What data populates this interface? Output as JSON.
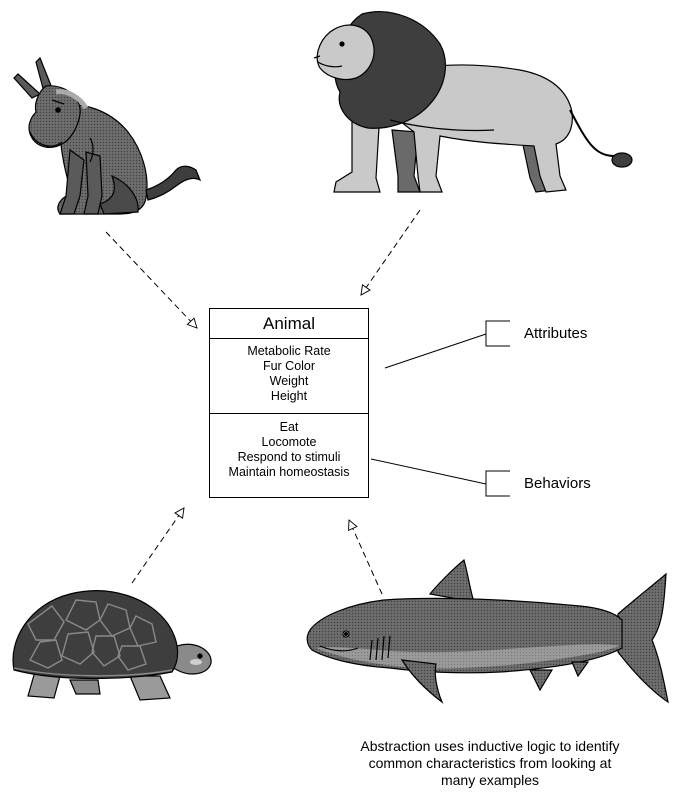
{
  "class_box": {
    "name": "Animal",
    "attributes": [
      "Metabolic Rate",
      "Fur Color",
      "Weight",
      "Height"
    ],
    "behaviors": [
      "Eat",
      "Locomote",
      "Respond to stimuli",
      "Maintain homeostasis"
    ]
  },
  "labels": {
    "attributes": "Attributes",
    "behaviors": "Behaviors"
  },
  "caption": {
    "lines": [
      "Abstraction uses inductive logic to identify",
      "common characteristics from looking at",
      "many examples"
    ]
  },
  "colors": {
    "dark_fill": "#5a5a5a",
    "mid_fill": "#8a8a8a",
    "light_fill": "#c9c9c9",
    "line": "#000000"
  },
  "icons": [
    "donkey-illustration",
    "lion-illustration",
    "turtle-illustration",
    "shark-illustration"
  ]
}
